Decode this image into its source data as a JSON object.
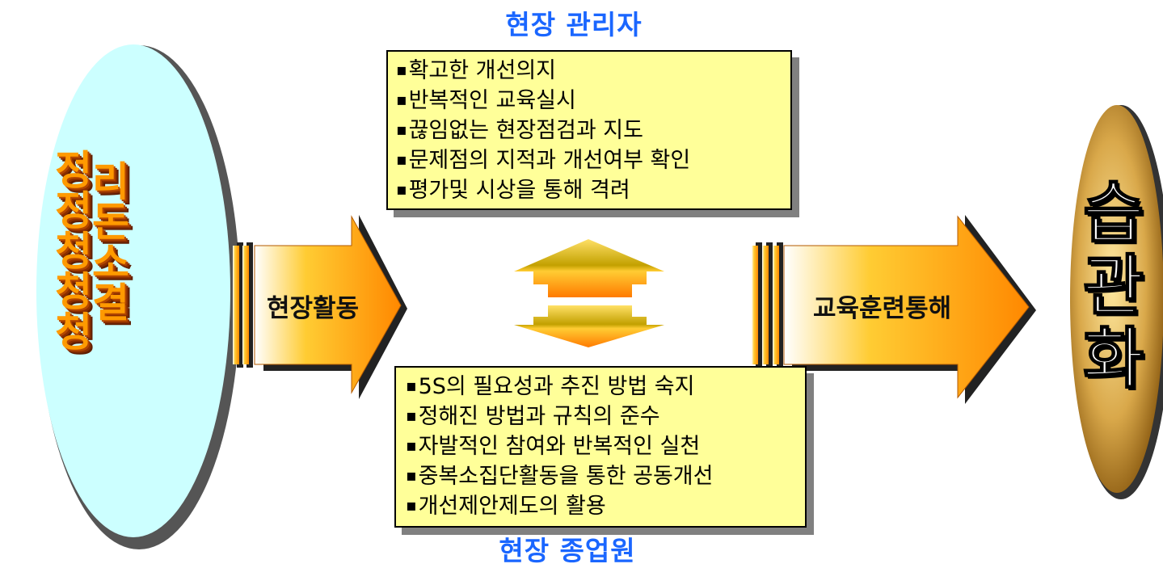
{
  "top_role": "현장 관리자",
  "bottom_role": "현장 종업원",
  "manager_items": [
    "확고한 개선의지",
    "반복적인 교육실시",
    "끊임없는 현장점검과 지도",
    "문제점의 지적과 개선여부 확인",
    "평가및 시상을 통해 격려"
  ],
  "worker_items": [
    "5S의 필요성과 추진 방법 숙지",
    "정해진 방법과 규칙의 준수",
    "자발적인 참여와 반복적인 실천",
    "중복소집단활동을 통한 공동개선",
    "개선제안제도의 활용"
  ],
  "left_arrow_label": "현장활동",
  "right_arrow_label": "교육훈련통해",
  "left_oval_columns": [
    [
      "정",
      "정",
      "청",
      "청",
      "청"
    ],
    [
      "리",
      "돈",
      "소",
      "결"
    ]
  ],
  "right_oval_chars": [
    "습",
    "관",
    "화"
  ],
  "colors": {
    "label_blue": "#1a66ff",
    "box_fill": "#ffff99",
    "arrow_orange": "#ff9900",
    "left_oval": "#ccffff",
    "right_oval": "#cc9933"
  }
}
